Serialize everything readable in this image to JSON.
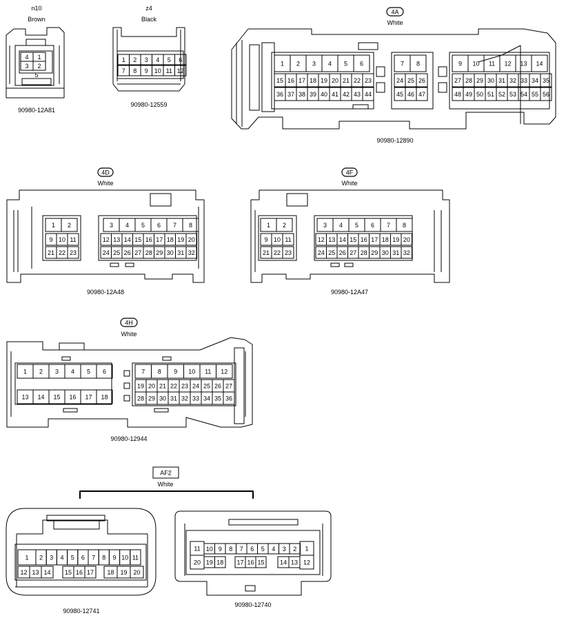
{
  "connectors": [
    {
      "id": "n10",
      "name": "n10",
      "color": "Brown",
      "part": "90980-12A81",
      "pins": [
        "4",
        "1",
        "3",
        "2",
        "5"
      ]
    },
    {
      "id": "z4",
      "name": "z4",
      "color": "Black",
      "part": "90980-12559",
      "pins": [
        "1",
        "2",
        "3",
        "4",
        "5",
        "6",
        "7",
        "8",
        "9",
        "10",
        "11",
        "12"
      ]
    },
    {
      "id": "4A",
      "name": "4A",
      "color": "White",
      "part": "90980-12890",
      "pins": [
        "1",
        "2",
        "3",
        "4",
        "5",
        "6",
        "7",
        "8",
        "9",
        "10",
        "11",
        "12",
        "13",
        "14",
        "15",
        "16",
        "17",
        "18",
        "19",
        "20",
        "21",
        "22",
        "23",
        "24",
        "25",
        "26",
        "27",
        "28",
        "29",
        "30",
        "31",
        "32",
        "33",
        "34",
        "35",
        "36",
        "37",
        "38",
        "39",
        "40",
        "41",
        "42",
        "43",
        "44",
        "45",
        "46",
        "47",
        "48",
        "49",
        "50",
        "51",
        "52",
        "53",
        "54",
        "55",
        "56"
      ]
    },
    {
      "id": "4D",
      "name": "4D",
      "color": "White",
      "part": "90980-12A48",
      "pins": [
        "1",
        "2",
        "3",
        "4",
        "5",
        "6",
        "7",
        "8",
        "9",
        "10",
        "11",
        "12",
        "13",
        "14",
        "15",
        "16",
        "17",
        "18",
        "19",
        "20",
        "21",
        "22",
        "23",
        "24",
        "25",
        "26",
        "27",
        "28",
        "29",
        "30",
        "31",
        "32"
      ]
    },
    {
      "id": "4F",
      "name": "4F",
      "color": "White",
      "part": "90980-12A47",
      "pins": [
        "1",
        "2",
        "3",
        "4",
        "5",
        "6",
        "7",
        "8",
        "9",
        "10",
        "11",
        "12",
        "13",
        "14",
        "15",
        "16",
        "17",
        "18",
        "19",
        "20",
        "21",
        "22",
        "23",
        "24",
        "25",
        "26",
        "27",
        "28",
        "29",
        "30",
        "31",
        "32"
      ]
    },
    {
      "id": "4H",
      "name": "4H",
      "color": "White",
      "part": "90980-12944",
      "pins": [
        "1",
        "2",
        "3",
        "4",
        "5",
        "6",
        "7",
        "8",
        "9",
        "10",
        "11",
        "12",
        "13",
        "14",
        "15",
        "16",
        "17",
        "18",
        "19",
        "20",
        "21",
        "22",
        "23",
        "24",
        "25",
        "26",
        "27",
        "28",
        "29",
        "30",
        "31",
        "32",
        "33",
        "34",
        "35",
        "36"
      ]
    },
    {
      "id": "AF2",
      "name": "AF2",
      "color": "White",
      "parts": [
        "90980-12741",
        "90980-12740"
      ],
      "pins_left": [
        "1",
        "2",
        "3",
        "4",
        "5",
        "6",
        "7",
        "8",
        "9",
        "10",
        "11",
        "12",
        "13",
        "14",
        "15",
        "16",
        "17",
        "18",
        "19",
        "20"
      ],
      "pins_right": [
        "11",
        "10",
        "9",
        "8",
        "7",
        "6",
        "5",
        "4",
        "3",
        "2",
        "1",
        "20",
        "19",
        "18",
        "17",
        "16",
        "15",
        "14",
        "13",
        "12"
      ]
    }
  ]
}
